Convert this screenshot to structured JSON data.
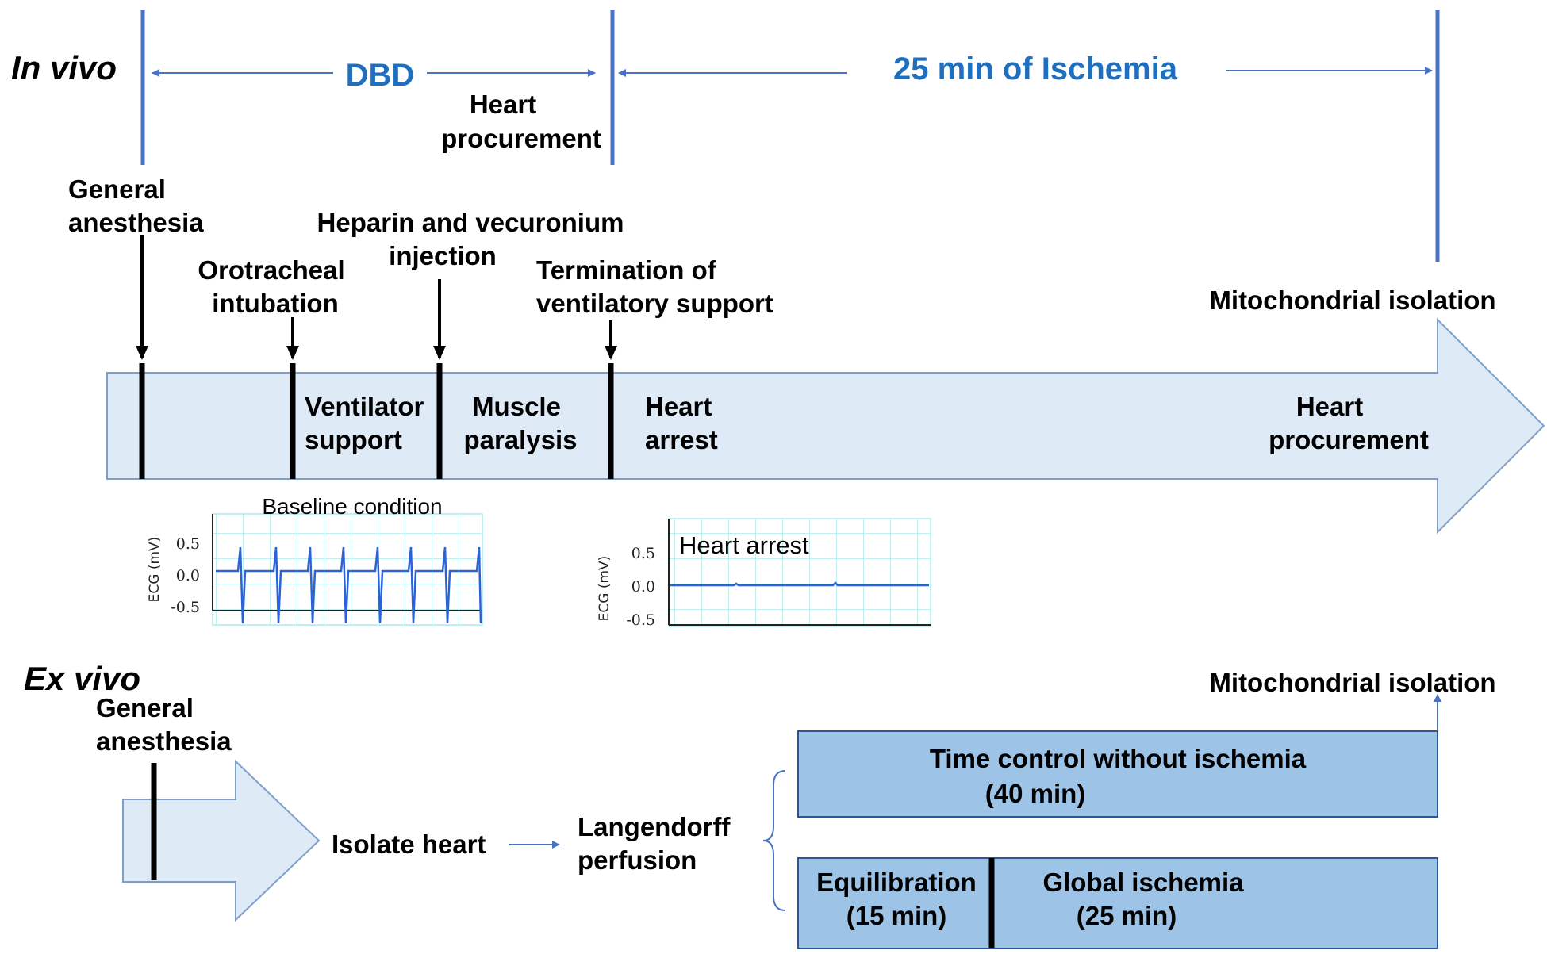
{
  "in_vivo": {
    "section_label": "In vivo",
    "dbd_label": "DBD",
    "ischemia_label": "25 min of Ischemia",
    "top_heart_procurement": [
      "Heart",
      "procurement"
    ],
    "events": {
      "general_anesthesia": [
        "General",
        "anesthesia"
      ],
      "orotracheal_intubation": [
        "Orotracheal",
        "intubation"
      ],
      "heparin_vecuronium": [
        "Heparin and vecuronium",
        "injection"
      ],
      "termination_ventilatory": [
        "Termination of",
        "ventilatory support"
      ],
      "mitochondrial_isolation": "Mitochondrial isolation"
    },
    "phases": {
      "ventilator_support": [
        "Ventilator",
        "support"
      ],
      "muscle_paralysis": [
        "Muscle",
        "paralysis"
      ],
      "heart_arrest": [
        "Heart",
        "arrest"
      ],
      "heart_procurement": [
        "Heart",
        "procurement"
      ]
    },
    "ecg_baseline": {
      "title": "Baseline condition",
      "ylabel": "ECG (mV)",
      "ticks": [
        "0.5",
        "0.0",
        "-0.5"
      ]
    },
    "ecg_arrest": {
      "title": "Heart arrest",
      "ylabel": "ECG (mV)",
      "ticks": [
        "0.5",
        "0.0",
        "-0.5"
      ]
    }
  },
  "ex_vivo": {
    "section_label": "Ex vivo",
    "general_anesthesia": [
      "General",
      "anesthesia"
    ],
    "isolate_heart": "Isolate heart",
    "langendorff": [
      "Langendorff",
      "perfusion"
    ],
    "mitochondrial_isolation": "Mitochondrial isolation",
    "time_control": [
      "Time control without ischemia",
      "(40 min)"
    ],
    "equilibration": [
      "Equilibration",
      "(15 min)"
    ],
    "global_ischemia": [
      "Global ischemia",
      "(25 min)"
    ]
  },
  "colors": {
    "accent_blue": "#1f6fc0",
    "timeline_line": "#4a72c4",
    "arrow_fill": "#deebf7",
    "arrow_stroke": "#7f9fc9",
    "box_fill": "#9dc3e6",
    "box_stroke": "#2f5597",
    "ecg_grid": "#a8ecec",
    "ecg_trace": "#2b63d4"
  }
}
